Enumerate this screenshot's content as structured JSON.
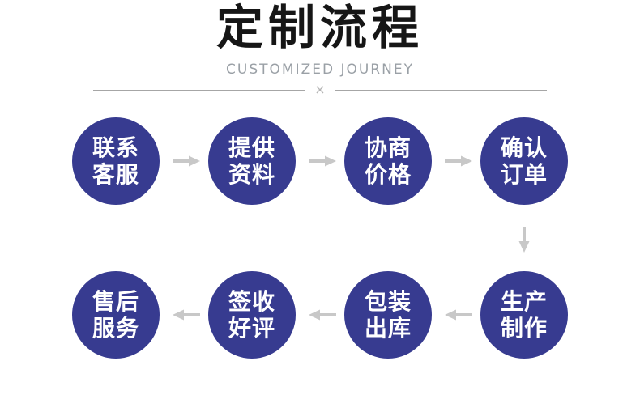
{
  "header": {
    "title": "定制流程",
    "subtitle": "CUSTOMIZED JOURNEY",
    "divider_glyph": "×"
  },
  "colors": {
    "circle_fill": "#373b90",
    "circle_text": "#ffffff",
    "arrow": "#c8c8c8",
    "title_text": "#161616",
    "subtitle_text": "#9aa0a6",
    "divider_line": "#a6a6a6"
  },
  "icons": {
    "arrow_right": "→",
    "arrow_left": "←",
    "arrow_down": "↓",
    "divider_x": "×"
  },
  "steps": [
    {
      "line1": "联系",
      "line2": "客服"
    },
    {
      "line1": "提供",
      "line2": "资料"
    },
    {
      "line1": "协商",
      "line2": "价格"
    },
    {
      "line1": "确认",
      "line2": "订单"
    },
    {
      "line1": "生产",
      "line2": "制作"
    },
    {
      "line1": "包装",
      "line2": "出库"
    },
    {
      "line1": "签收",
      "line2": "好评"
    },
    {
      "line1": "售后",
      "line2": "服务"
    }
  ]
}
